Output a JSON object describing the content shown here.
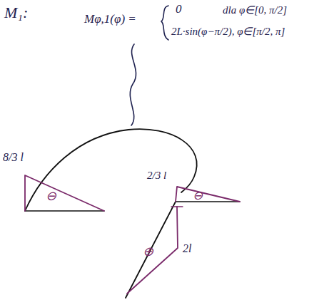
{
  "diagram": {
    "title": "M₁:",
    "labels": [
      "Mφ,1(φ) =",
      "0",
      "dla φ∈[0, π/2]",
      "2L·sin(φ−π/2), φ∈[π/2, π]",
      "8/3 l",
      "⊖",
      "2/3 l",
      "⊖",
      "⊕",
      "2l"
    ]
  }
}
